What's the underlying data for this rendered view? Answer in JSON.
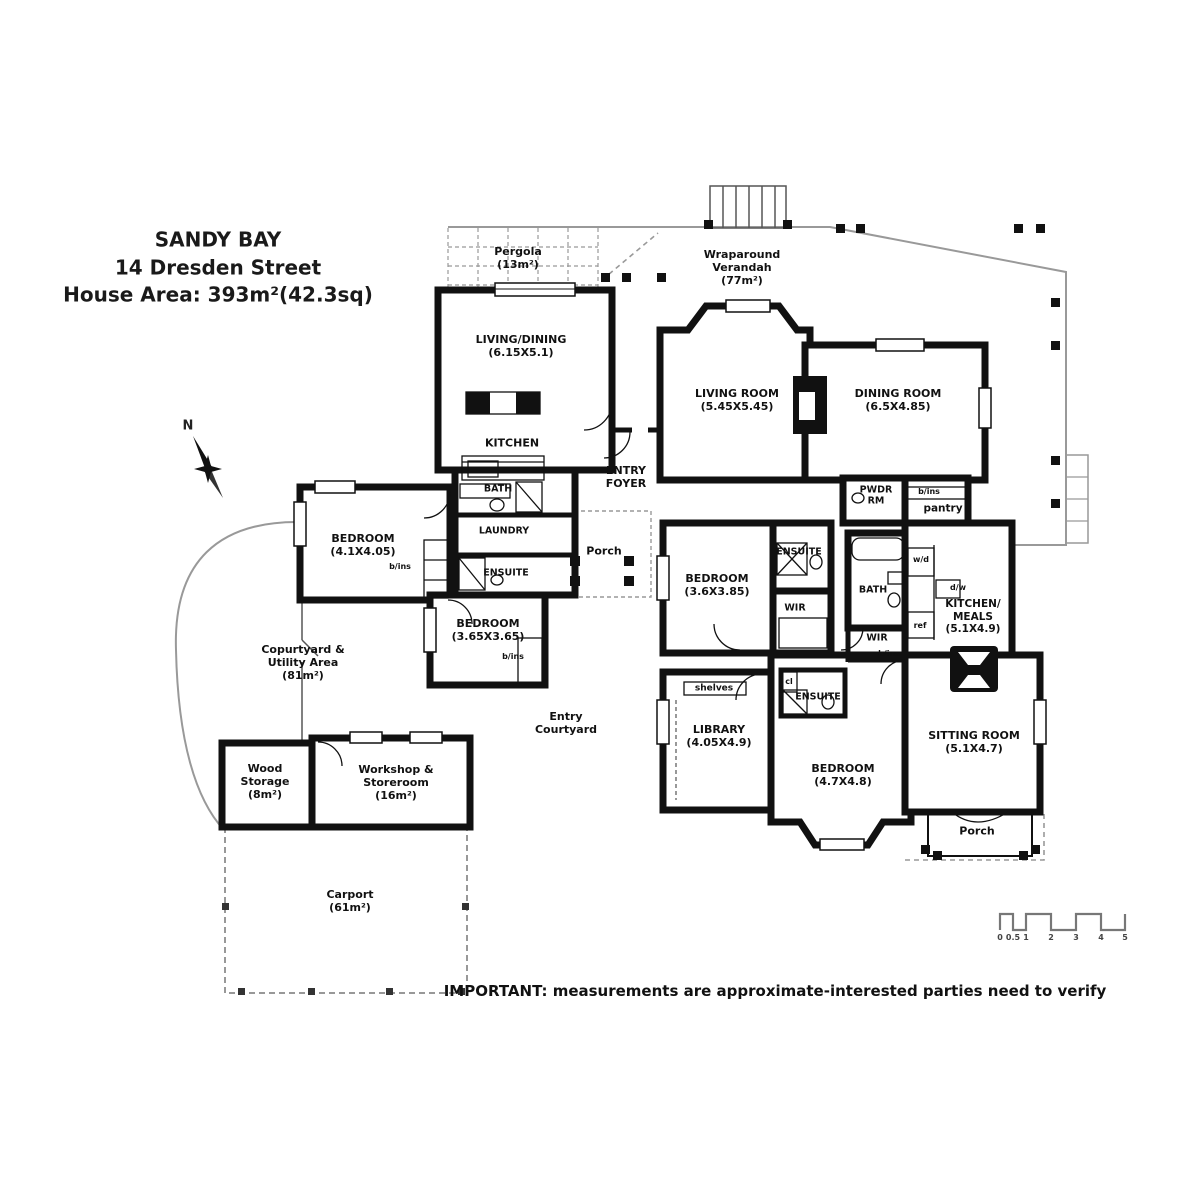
{
  "colors": {
    "wall": "#111111",
    "outdoor_line": "#999999",
    "background": "#ffffff"
  },
  "title": {
    "suburb": "SANDY BAY",
    "street": "14 Dresden Street",
    "house_area": "House Area: 393m²(42.3sq)"
  },
  "compass": {
    "north": "N"
  },
  "outdoor": {
    "pergola": {
      "name": "Pergola",
      "area": "(13m²)"
    },
    "verandah": {
      "name1": "Wraparound",
      "name2": "Verandah",
      "area": "(77m²)"
    },
    "courtyard_utility": {
      "name1": "Copurtyard &",
      "name2": "Utility Area",
      "area": "(81m²)"
    },
    "entry_courtyard": {
      "name1": "Entry",
      "name2": "Courtyard"
    },
    "porch_entry": "Porch",
    "porch_rear": "Porch",
    "carport": {
      "name": "Carport",
      "area": "(61m²)"
    },
    "wood_storage": {
      "name1": "Wood",
      "name2": "Storage",
      "area": "(8m²)"
    },
    "workshop": {
      "name1": "Workshop &",
      "name2": "Storeroom",
      "area": "(16m²)"
    }
  },
  "rooms": {
    "living_dining": {
      "name": "LIVING/DINING",
      "dims": "(6.15X5.1)"
    },
    "living_room": {
      "name": "LIVING ROOM",
      "dims": "(5.45X5.45)"
    },
    "dining_room": {
      "name": "DINING ROOM",
      "dims": "(6.5X4.85)"
    },
    "kitchen": {
      "name": "KITCHEN"
    },
    "entry_foyer": {
      "name1": "ENTRY",
      "name2": "FOYER"
    },
    "bath1": {
      "name": "BATH"
    },
    "laundry": {
      "name": "LAUNDRY"
    },
    "ensuite1": {
      "name": "ENSUITE"
    },
    "bedroom1": {
      "name": "BEDROOM",
      "dims": "(4.1X4.05)"
    },
    "bedroom2": {
      "name": "BEDROOM",
      "dims": "(3.65X3.65)"
    },
    "bedroom3": {
      "name": "BEDROOM",
      "dims": "(3.6X3.85)"
    },
    "ensuite3": {
      "name": "ENSUITE"
    },
    "wir3": {
      "name": "WIR"
    },
    "pwdr": {
      "name1": "PWDR",
      "name2": "RM"
    },
    "pantry": {
      "name": "pantry"
    },
    "bath2": {
      "name": "BATH"
    },
    "kitchen_meals": {
      "name1": "KITCHEN/",
      "name2": "MEALS",
      "dims": "(5.1X4.9)"
    },
    "wir4": {
      "name": "WIR"
    },
    "ensuite4": {
      "name": "ENSUITE"
    },
    "cl": {
      "name": "cl"
    },
    "bedroom4": {
      "name": "BEDROOM",
      "dims": "(4.7X4.8)"
    },
    "sitting_room": {
      "name": "SITTING ROOM",
      "dims": "(5.1X4.7)"
    },
    "library": {
      "name": "LIBRARY",
      "dims": "(4.05X4.9)"
    }
  },
  "fixtures": {
    "bins": "b/ins",
    "wd": "w/d",
    "ref": "ref",
    "dw": "d/w",
    "shelves": "shelves"
  },
  "scale_bar": {
    "ticks": [
      "0",
      "0.5",
      "1",
      "2",
      "3",
      "4",
      "5"
    ]
  },
  "disclaimer": "IMPORTANT: measurements are approximate-interested parties need to verify"
}
